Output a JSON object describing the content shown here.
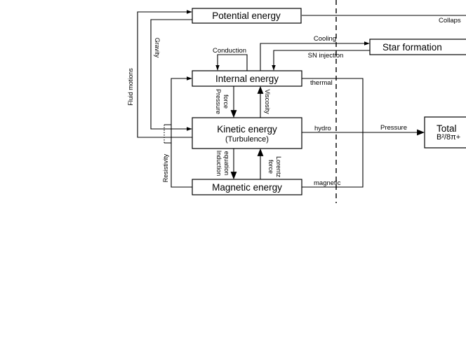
{
  "boxes": {
    "potential": "Potential energy",
    "internal": "Internal energy",
    "kinetic": "Kinetic energy",
    "kinetic_sub": "(Turbulence)",
    "magnetic": "Magnetic energy",
    "star_formation": "Star formation",
    "total": "Total",
    "total_sub": "B²/8π+"
  },
  "labels": {
    "collapse": "Collaps",
    "cooling": "Cooling",
    "sn_injection": "SN injection",
    "conduction": "Conduction",
    "thermal": "thermal",
    "hydro": "hydro",
    "pressure": "Pressure",
    "magnetic": "magnetic",
    "gravity": "Gravity",
    "fluid_motions": "Fluid motions",
    "resistivity": "Resistivity",
    "pressure_force_1": "Pressure",
    "pressure_force_2": "force",
    "viscosity": "Viscosity",
    "induction_1": "Induction",
    "induction_2": "equation",
    "lorentz_1": "Lorentz",
    "lorentz_2": "force"
  }
}
